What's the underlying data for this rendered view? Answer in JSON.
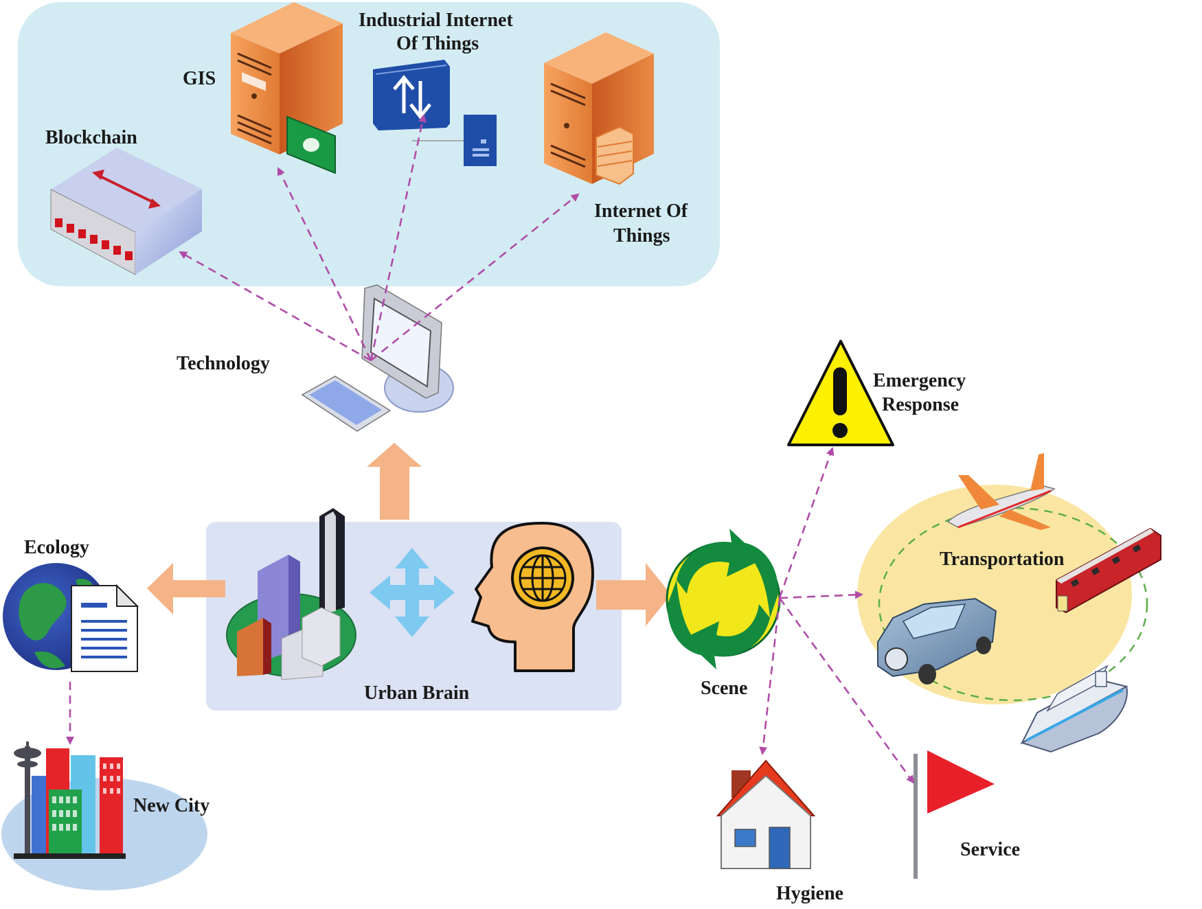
{
  "labels": {
    "blockchain": "Blockchain",
    "gis": "GIS",
    "iiot_line1": "Industrial Internet",
    "iiot_line2": "Of Things",
    "iot_line1": "Internet Of",
    "iot_line2": "Things",
    "technology": "Technology",
    "ecology": "Ecology",
    "new_city": "New City",
    "urban_brain": "Urban Brain",
    "scene": "Scene",
    "emergency_line1": "Emergency",
    "emergency_line2": "Response",
    "transportation": "Transportation",
    "hygiene": "Hygiene",
    "service": "Service"
  },
  "colors": {
    "tech_panel": "#d3ecf3",
    "brain_panel": "#dbe2f3",
    "transport_ellipse": "#fae6a2",
    "dashed_arrow": "#b04ca8",
    "block_arrow": "#f4b487",
    "server_orange": "#e9763a",
    "recycle_green": "#138a3e",
    "recycle_yellow": "#f2e71a",
    "warning_yellow": "#fdf000",
    "flag_red": "#e8202a",
    "roof_red": "#e63a1e"
  },
  "icons": [
    "chain-device-icon",
    "server-icon",
    "network-switch-icon",
    "firewall-server-icon",
    "computer-icon",
    "globe-document-icon",
    "city-skyline-icon",
    "city-buildings-icon",
    "move-arrows-icon",
    "head-globe-icon",
    "recycle-icon",
    "warning-icon",
    "airplane-icon",
    "train-icon",
    "car-icon",
    "ship-icon",
    "house-icon",
    "flag-icon"
  ]
}
